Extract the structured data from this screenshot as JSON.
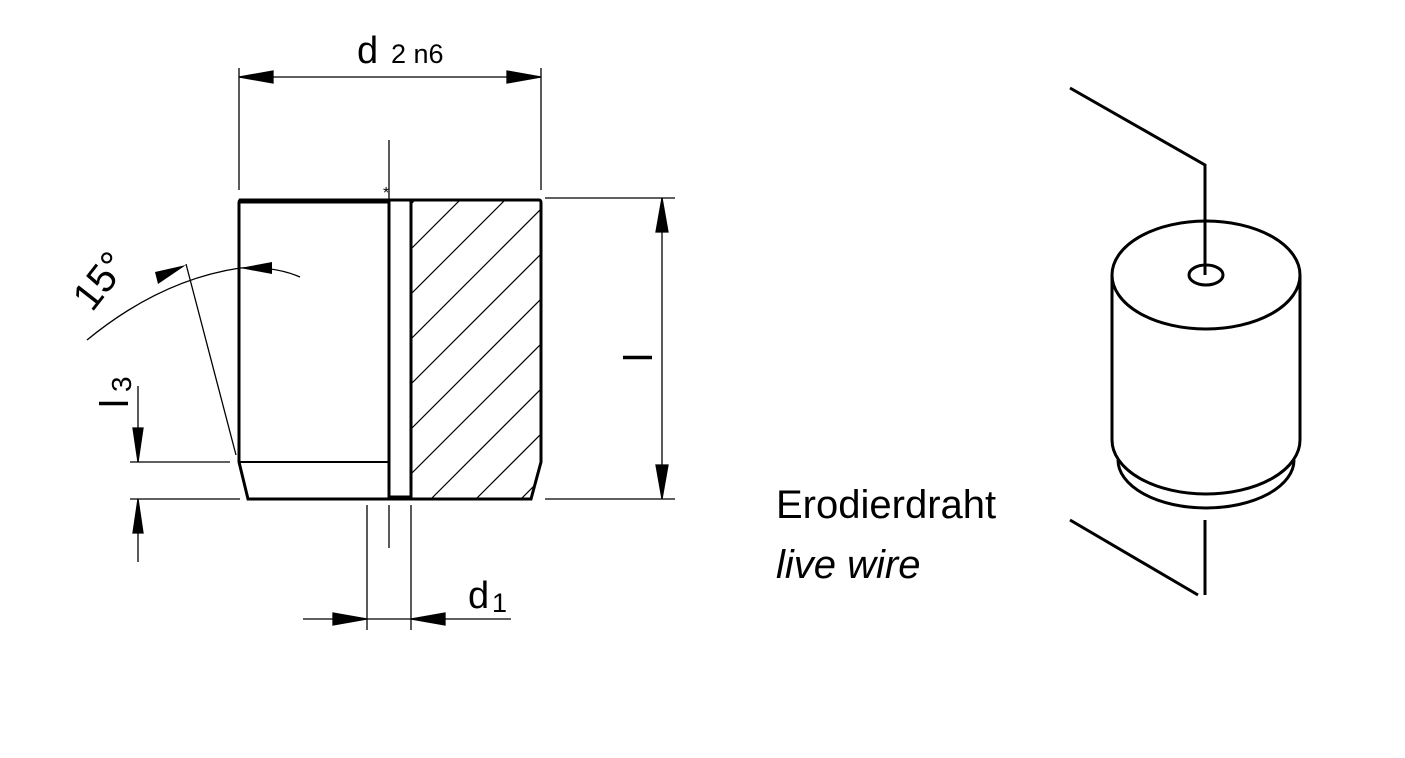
{
  "drawing": {
    "dim_d2_main": "d",
    "dim_d2_sub": "2 n6",
    "dim_l": "l",
    "dim_l3_main": "l",
    "dim_l3_sub": "3",
    "dim_d1_main": "d",
    "dim_d1_sub": "1",
    "angle": "15°",
    "marker": "*"
  },
  "labels": {
    "wire_de": "Erodierdraht",
    "wire_en": "live wire"
  },
  "colors": {
    "line": "#000000",
    "background": "#ffffff"
  }
}
